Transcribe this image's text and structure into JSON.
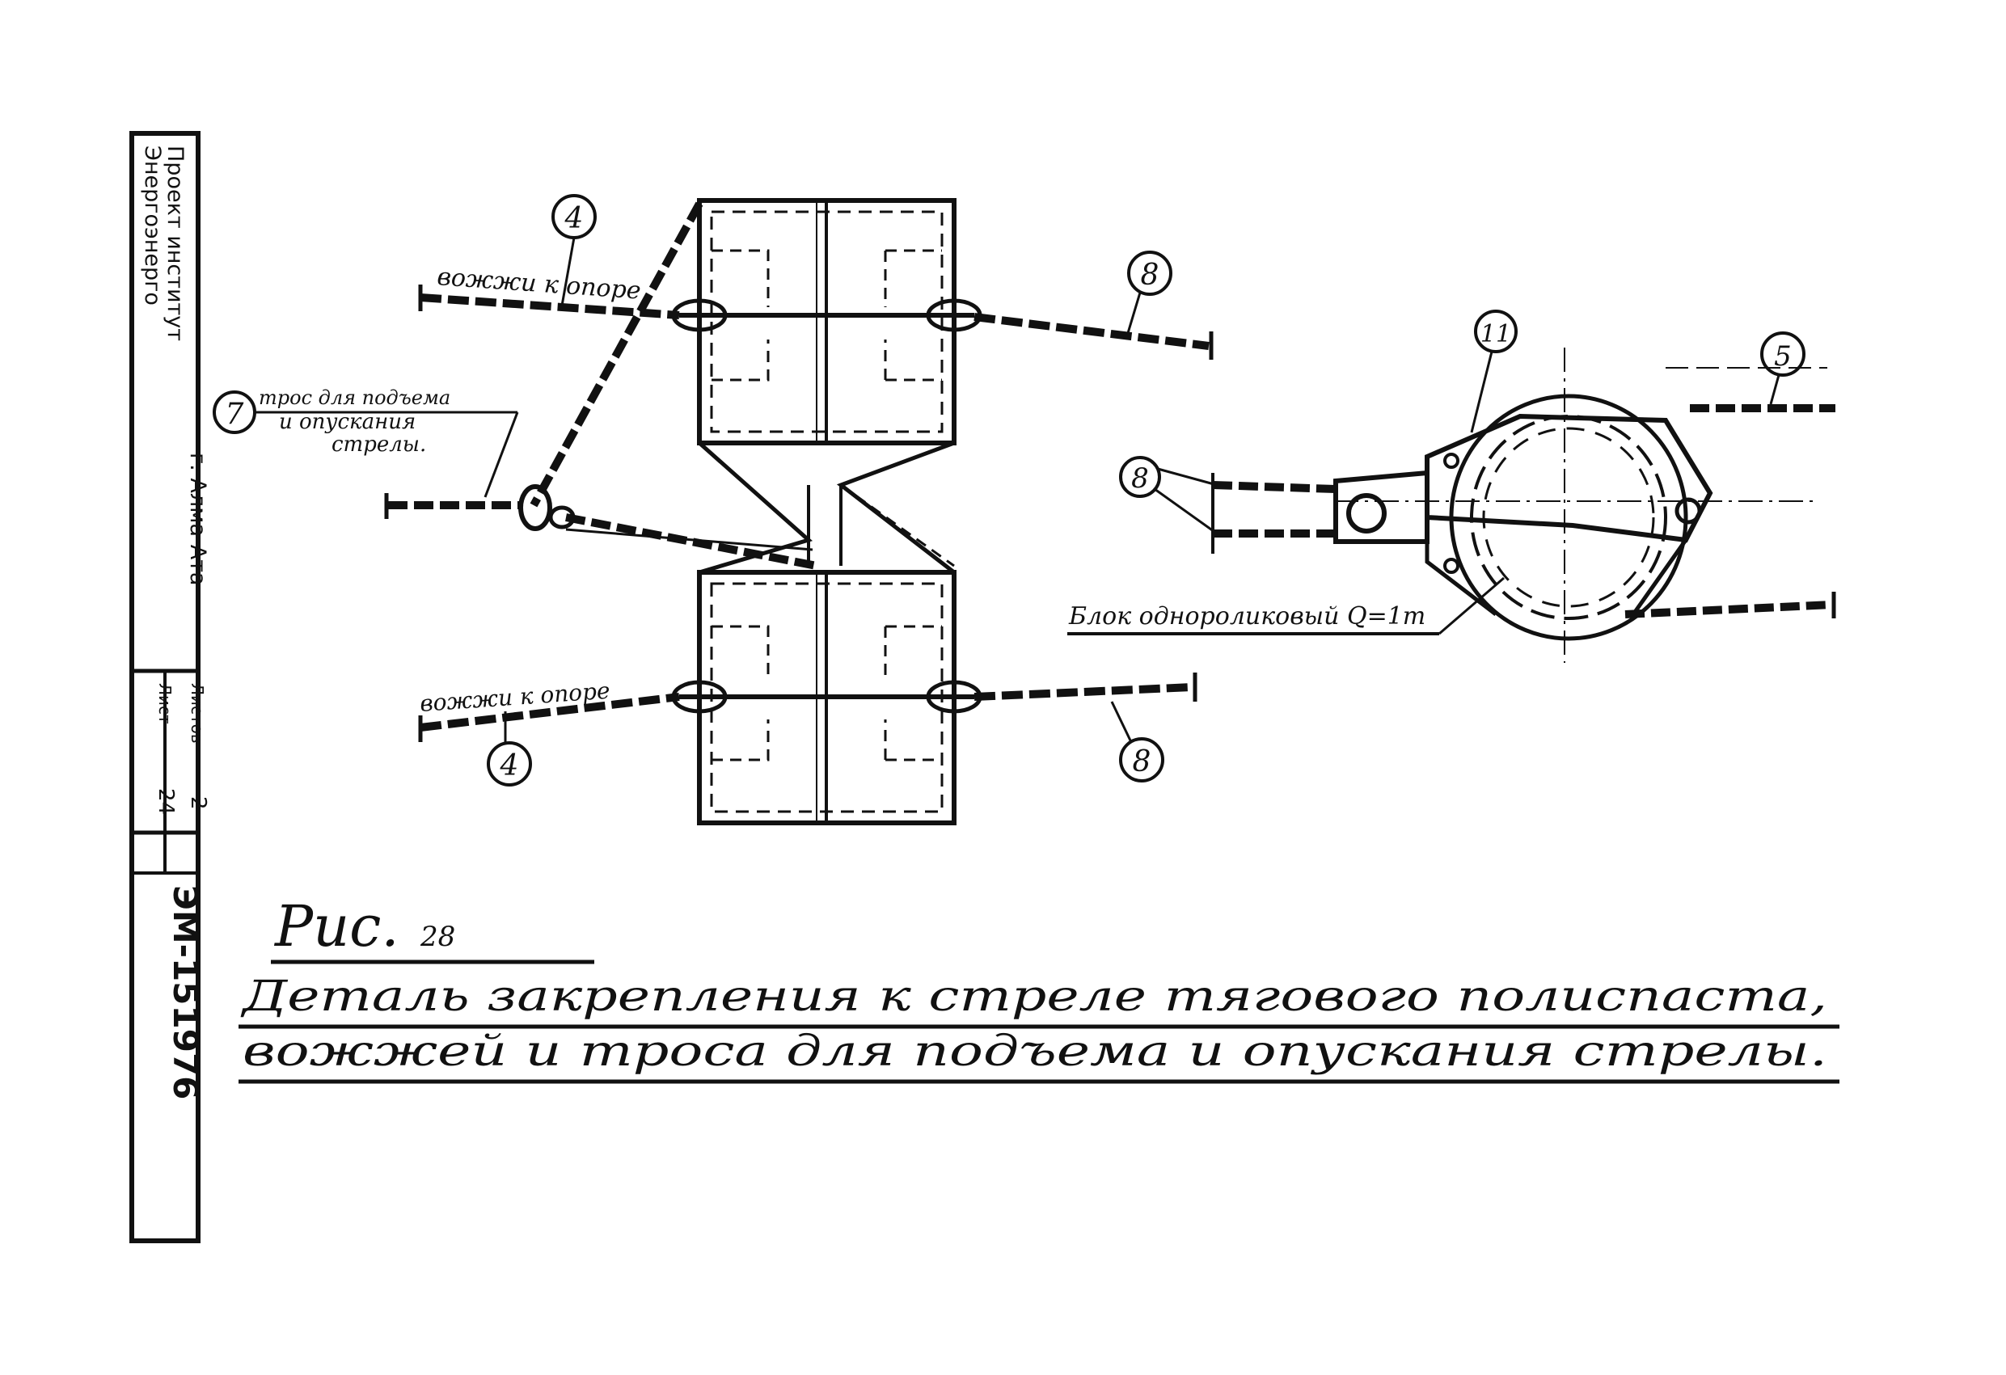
{
  "title_block": {
    "organization_line1": "Энергоэнерго",
    "organization_line2": "Проект институт",
    "organization_line3": "г. Алма-Ата",
    "sheet_label": "Лист",
    "sheet_value": "24",
    "sheets_label": "Листов",
    "sheets_value": "2",
    "doc_number": "ЭМ-151976"
  },
  "callouts": {
    "c4_top": "4",
    "c4_bottom": "4",
    "c7": "7",
    "c8_top": "8",
    "c8_bottom": "8",
    "c8_block": "8",
    "c11": "11",
    "c5": "5"
  },
  "labels": {
    "guy_to_support_top": "вожжи к опоре",
    "guy_to_support_bottom": "вожжи к опоре",
    "rope_note_line1": "трос для подъема",
    "rope_note_line2": "и опускания",
    "rope_note_line3": "стрелы.",
    "block_label": "Блок однороликовый Q=1т"
  },
  "figure": {
    "number_prefix": "Рис.",
    "number": "28",
    "caption_line1": "Деталь закрепления к стреле тягового полиспаста,",
    "caption_line2": "вожжей и троса для подъема и опускания стрелы."
  }
}
